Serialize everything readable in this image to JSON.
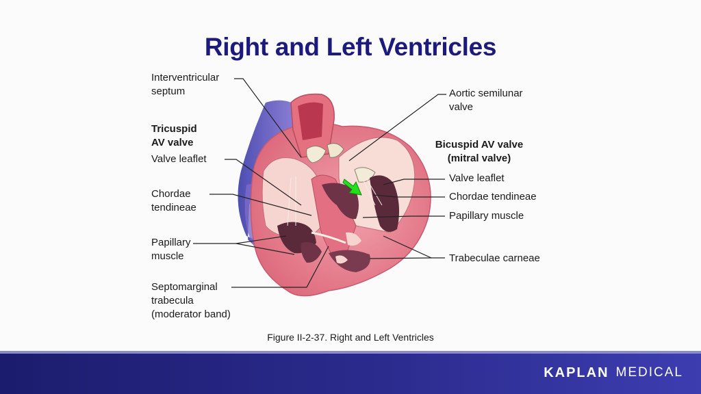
{
  "title": "Right and Left Ventricles",
  "caption": "Figure II-2-37. Right and Left Ventricles",
  "labels": {
    "interventricular_septum": [
      "Interventricular",
      "septum"
    ],
    "tricuspid_av_valve": [
      "Tricuspid",
      "AV valve"
    ],
    "right_valve_leaflet": "Valve leaflet",
    "right_chordae_tendineae": [
      "Chordae",
      "tendineae"
    ],
    "right_papillary_muscle": [
      "Papillary",
      "muscle"
    ],
    "septomarginal_trabecula": [
      "Septomarginal",
      "trabecula",
      "(moderator band)"
    ],
    "aortic_semilunar_valve": [
      "Aortic semilunar",
      "valve"
    ],
    "bicuspid_av_valve": [
      "Bicuspid AV valve",
      "(mitral valve)"
    ],
    "left_valve_leaflet": "Valve leaflet",
    "left_chordae_tendineae": "Chordae tendineae",
    "left_papillary_muscle": "Papillary muscle",
    "trabeculae_carneae": "Trabeculae carneae"
  },
  "footer": {
    "brand": "KAPLAN",
    "sub": "MEDICAL"
  },
  "colors": {
    "title": "#1c1a7c",
    "heart_wall": "#e77f8f",
    "chamber": "#f6d4cf",
    "dark_tissue": "#5a2a3a",
    "arrow": "#22e01a",
    "footer": "#2b2b8e"
  }
}
